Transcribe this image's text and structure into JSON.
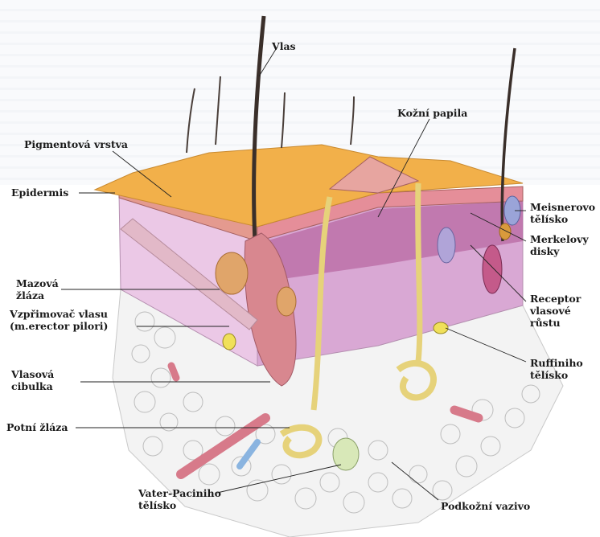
{
  "labels": {
    "vlas": "Vlas",
    "kozni_papila": "Kožní papila",
    "pigmentova_vrstva": "Pigmentová vrstva",
    "epidermis": "Epidermis",
    "mazova_zlaza": "Mazová\nžláza",
    "vzprimovac_vlasu": "Vzpřimovač vlasu\n(m.erector pilori)",
    "vlasova_cibulka": "Vlasová\ncibulka",
    "potni_zlaza": "Potní žláza",
    "vater_pacini": "Vater-Paciniho\ntělísko",
    "podkozni_vazivo": "Podkožní vazivo",
    "meisnerovo": "Meisnerovo\ntělísko",
    "merkelovy_disky": "Merkelovy\ndisky",
    "receptor": "Receptor\nvlasové\nrůstu",
    "ruffiniho": "Ruffiniho\ntělísko"
  },
  "colors": {
    "surface": "#f2b04a",
    "epidermis": "#d98a8a",
    "dermis": "#e8bfe0",
    "deep_dermis": "#a55a8a",
    "hair": "#3a2f2a",
    "nerve": "#e6d27a",
    "fat": "#f1f1f1"
  }
}
